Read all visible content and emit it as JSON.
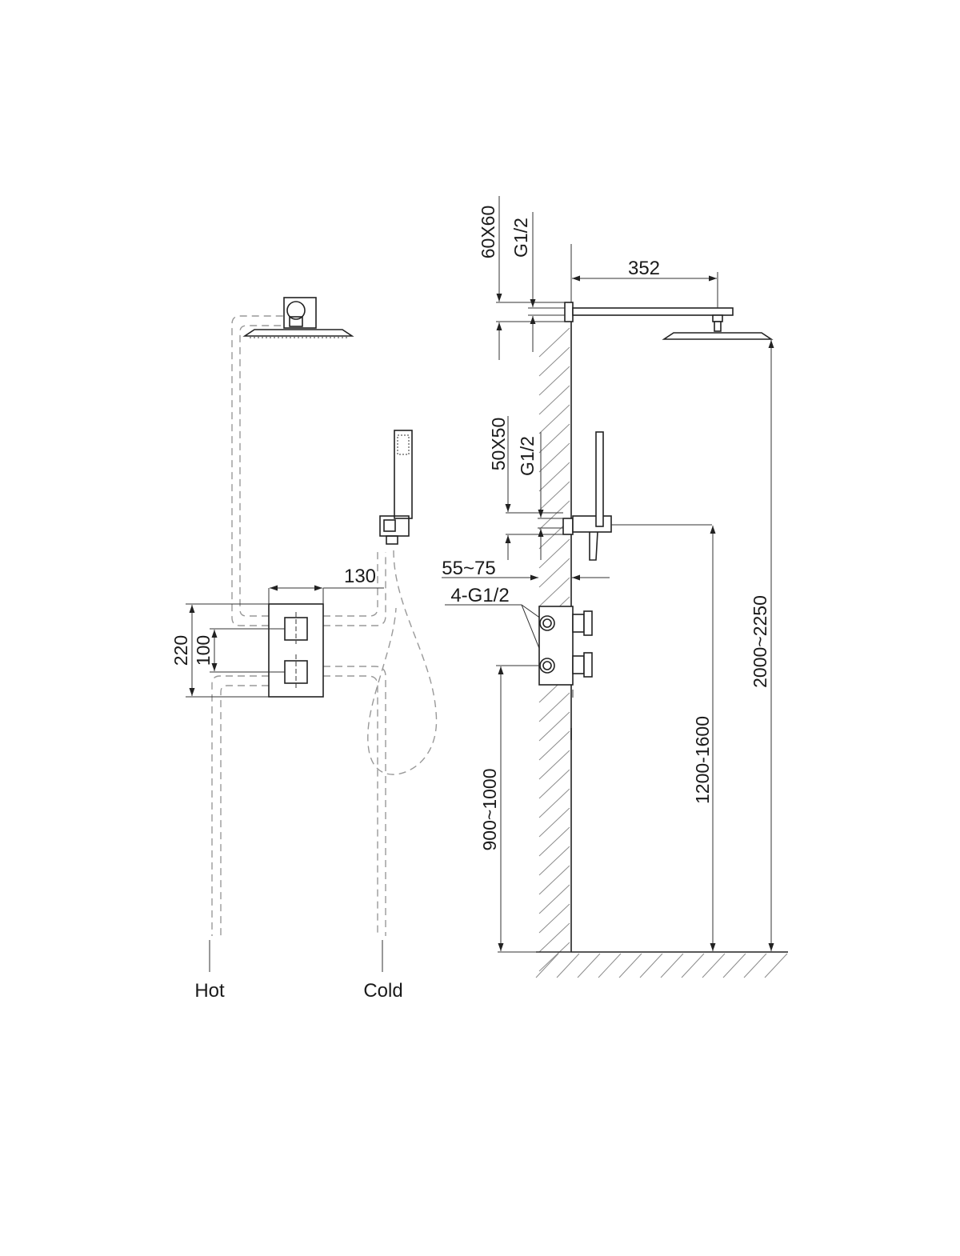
{
  "dimensions": {
    "arm_length": "352",
    "arm_flange": "60X60",
    "arm_thread": "G1/2",
    "holder_flange": "50X50",
    "holder_thread": "G1/2",
    "valve_depth": "55~75",
    "valve_ports": "4-G1/2",
    "valve_width": "130",
    "valve_height": "220",
    "handle_spacing": "100",
    "valve_height_floor": "900~1000",
    "holder_height_floor": "1200-1600",
    "shower_height_floor": "2000~2250"
  },
  "labels": {
    "hot": "Hot",
    "cold": "Cold"
  },
  "colors": {
    "line": "#222222",
    "hidden_pipe": "#999999",
    "hatch": "#8c8c8c"
  }
}
